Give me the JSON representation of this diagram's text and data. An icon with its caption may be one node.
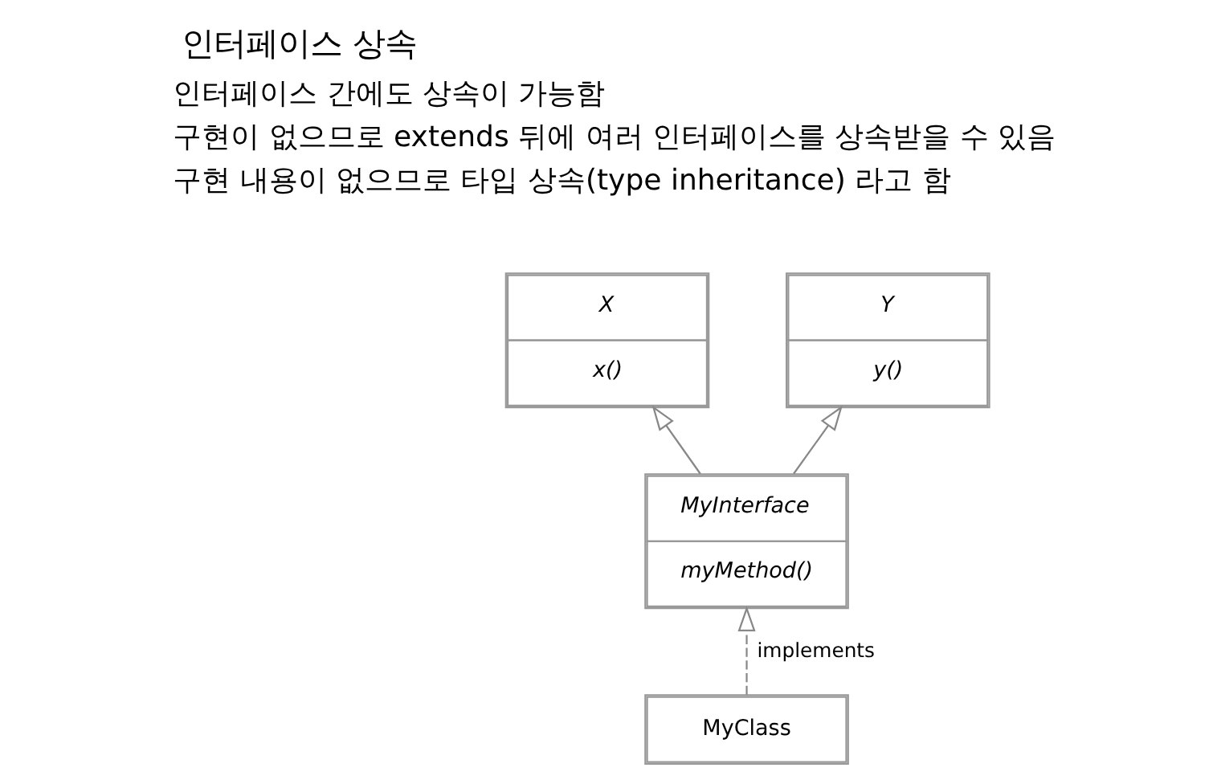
{
  "diagram": {
    "title": "인터페이스 상속",
    "nodes": [
      {
        "text": [
          "X",
          "x()"
        ]
      },
      {
        "text": [
          "Y",
          "y()"
        ]
      },
      {
        "text": [
          "MyInterface",
          "myMethod()"
        ]
      },
      {
        "text": [
          "MyClass"
        ]
      }
    ],
    "edges": [
      {
        "from": 2,
        "to": 0,
        "arrow": "to"
      },
      {
        "from": 2,
        "to": 1,
        "arrow": "to"
      },
      {
        "from": 3,
        "to": 2,
        "arrow": "to",
        "label": "implements",
        "style": "dashed"
      }
    ],
    "labels": [
      "인터페이스 간에도 상속이 가능함",
      "구현이 없으므로 extends 뒤에 여러 인터페이스를 상속받을 수 있음",
      "구현 내용이 없으므로 타입 상속(type inheritance) 라고 함"
    ]
  }
}
